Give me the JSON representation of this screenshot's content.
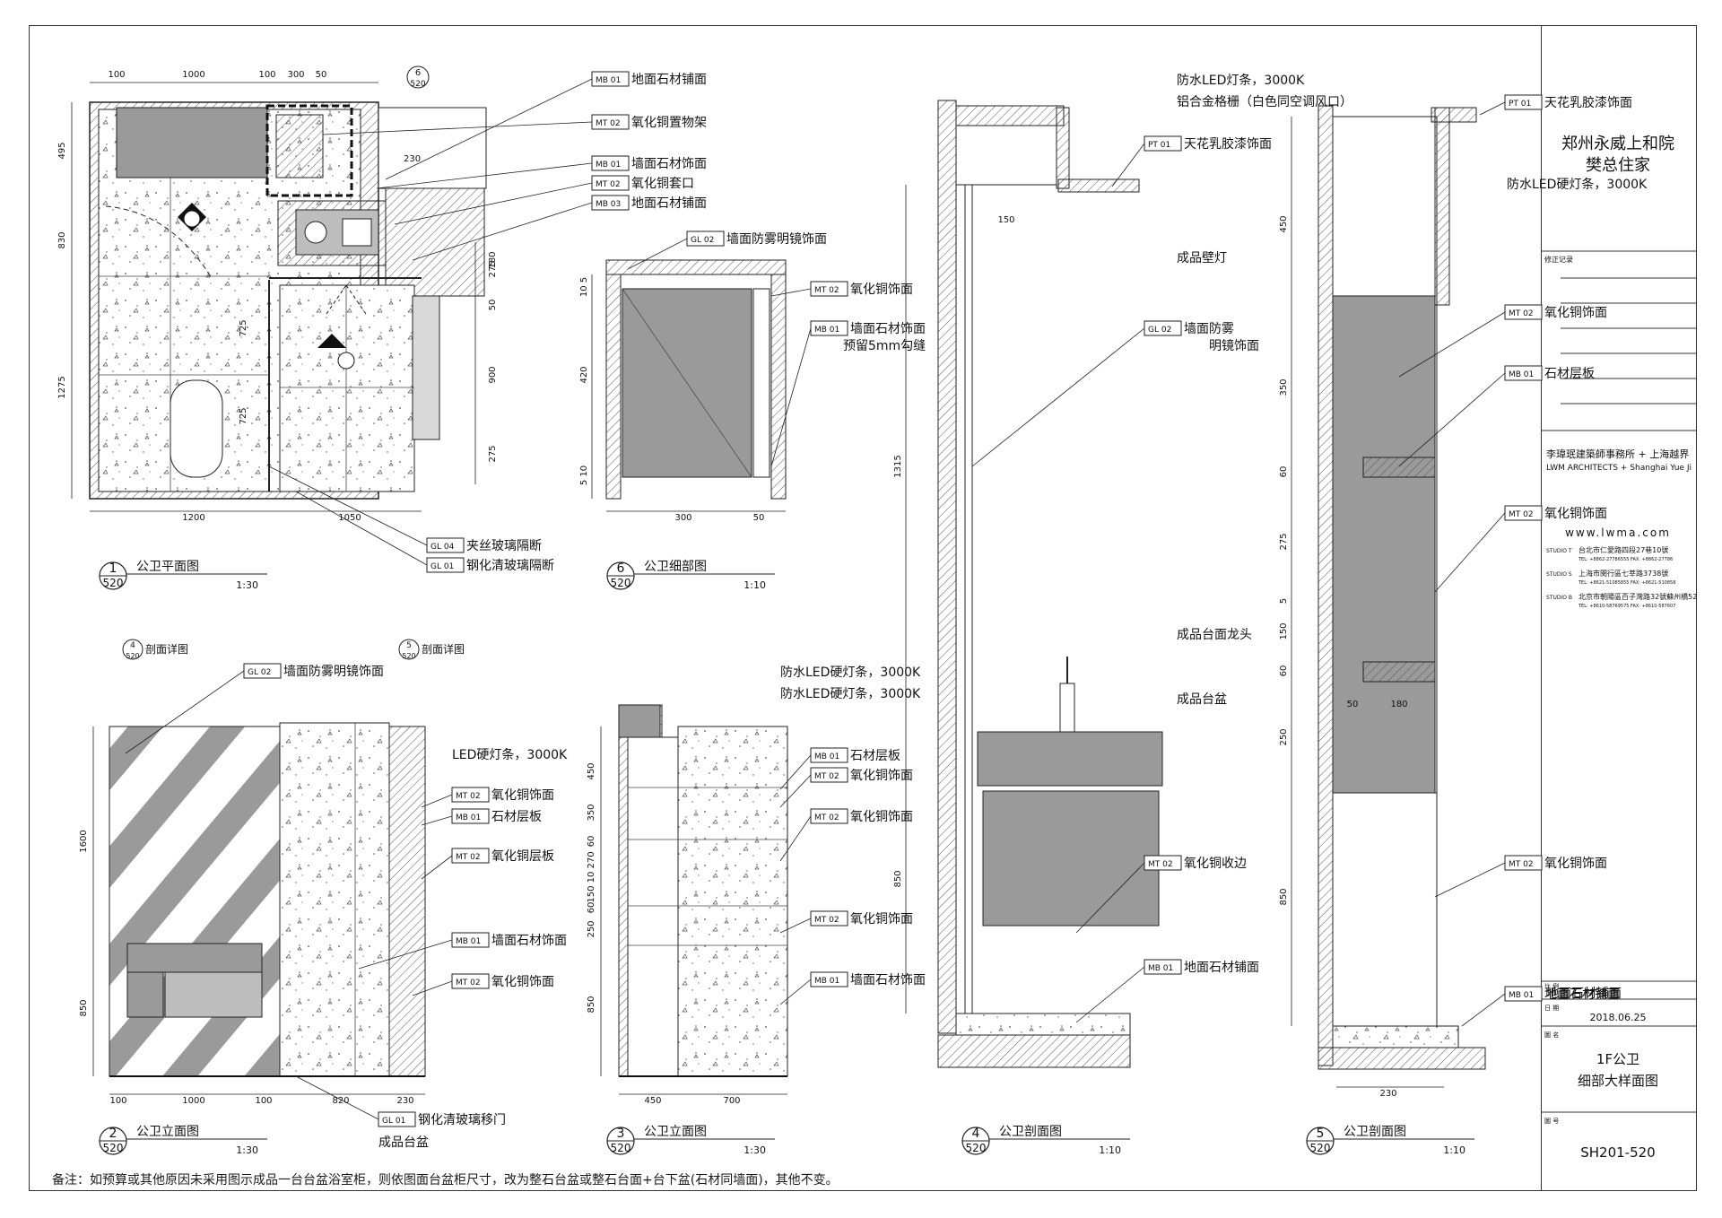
{
  "project": {
    "line1": "郑州永威上和院",
    "line2": "樊总住家"
  },
  "titleblock": {
    "revision_label": "修正记录",
    "firm_cn": "李瑋珉建築師事務所 + 上海越界",
    "firm_en": "LWM ARCHITECTS + Shanghai Yue Ji",
    "website": "www.lwma.com",
    "studios": [
      {
        "name": "STUDIO T",
        "addr": "台北市仁愛路四段27巷10號",
        "tel": "TEL: +8862-27786555  FAX: +8862-27786"
      },
      {
        "name": "STUDIO S",
        "addr": "上海市閔行區七莘路3738號",
        "tel": "TEL: +8621-51085855  FAX: +8621-510858"
      },
      {
        "name": "STUDIO B",
        "addr": "北京市朝陽區百子灣路32號蘇州橋52",
        "tel": "TEL: +8610-58769575  FAX: +8610-587607"
      }
    ],
    "scale_label": "比 例",
    "scale_value": "地面石材铺面",
    "date_label": "日 期",
    "date_value": "2018.06.25",
    "drawing_name_label": "圖 名",
    "drawing_name_1": "1F公卫",
    "drawing_name_2": "细部大样面图",
    "drawing_no_label": "圖 号",
    "drawing_no": "SH201-520"
  },
  "views": [
    {
      "num": "1",
      "sheet": "520",
      "title": "公卫平面图",
      "scale": "1:30"
    },
    {
      "num": "6",
      "sheet": "520",
      "title": "公卫细部图",
      "scale": "1:10"
    },
    {
      "num": "2",
      "sheet": "520",
      "title": "公卫立面图",
      "scale": "1:30"
    },
    {
      "num": "3",
      "sheet": "520",
      "title": "公卫立面图",
      "scale": "1:30"
    },
    {
      "num": "4",
      "sheet": "520",
      "title": "公卫剖面图",
      "scale": "1:10"
    },
    {
      "num": "5",
      "sheet": "520",
      "title": "公卫剖面图",
      "scale": "1:10"
    }
  ],
  "plan_tags": [
    {
      "code": "MB 01",
      "text": "地面石材铺面"
    },
    {
      "code": "MT 02",
      "text": "氧化铜置物架"
    },
    {
      "code": "MB 01",
      "text": "墙面石材饰面"
    },
    {
      "code": "MT 02",
      "text": "氧化铜套口"
    },
    {
      "code": "MB 03",
      "text": "地面石材铺面"
    },
    {
      "code": "GL 04",
      "text": "夹丝玻璃隔断"
    },
    {
      "code": "GL 01",
      "text": "钢化清玻璃隔断"
    }
  ],
  "plan_dims": {
    "top": [
      "100",
      "1000",
      "100",
      "300",
      "50"
    ],
    "left": [
      "495",
      "830",
      "1275"
    ],
    "right": [
      "180",
      "50",
      "275",
      "900",
      "275"
    ],
    "bottom": [
      "1200",
      "1050"
    ],
    "inner": [
      "725",
      "725"
    ],
    "top_right": "230",
    "tag6": "6"
  },
  "detail6": {
    "tags": [
      {
        "code": "GL 02",
        "text": "墙面防雾明镜饰面"
      },
      {
        "code": "MT 02",
        "text": "氧化铜饰面"
      },
      {
        "code": "MB 01",
        "text": "墙面石材饰面"
      }
    ],
    "note": "预留5mm勾缝",
    "dims_left": [
      "10 5",
      "420",
      "5 10"
    ],
    "dims_bottom": [
      "300",
      "50"
    ]
  },
  "elev2": {
    "callouts": [
      "剖面详图",
      "剖面详图"
    ],
    "callout_nums": [
      "4",
      "5"
    ],
    "top_tag": {
      "code": "GL 02",
      "text": "墙面防雾明镜饰面"
    },
    "led": "LED硬灯条，3000K",
    "tags": [
      {
        "code": "MT 02",
        "text": "氧化铜饰面"
      },
      {
        "code": "MB 01",
        "text": "石材层板"
      },
      {
        "code": "MT 02",
        "text": "氧化铜层板"
      },
      {
        "code": "MB 01",
        "text": "墙面石材饰面"
      },
      {
        "code": "MT 02",
        "text": "氧化铜饰面"
      }
    ],
    "bottom_tag": {
      "code": "GL 01",
      "text": "钢化清玻璃移门"
    },
    "basin": "成品台盆",
    "dims_left": [
      "1600",
      "850"
    ],
    "dims_bottom": [
      "100",
      "1000",
      "100",
      "820",
      "230"
    ]
  },
  "elev3": {
    "led_tags": [
      "防水LED硬灯条，3000K",
      "防水LED硬灯条，3000K"
    ],
    "tags": [
      {
        "code": "MB 01",
        "text": "石材层板"
      },
      {
        "code": "MT 02",
        "text": "氧化铜饰面"
      },
      {
        "code": "MT 02",
        "text": "氧化铜饰面"
      },
      {
        "code": "MT 02",
        "text": "氧化铜饰面"
      },
      {
        "code": "MB 01",
        "text": "墙面石材饰面"
      }
    ],
    "dims_left": [
      "450",
      "350",
      "60",
      "150 10 270",
      "60",
      "250",
      "850"
    ],
    "dims_bottom": [
      "450",
      "700"
    ]
  },
  "sec4": {
    "top": [
      "防水LED灯条，3000K",
      "铝合金格栅（白色同空调风口）"
    ],
    "pt_tag": {
      "code": "PT 01",
      "text": "天花乳胶漆饰面"
    },
    "lamp": "成品壁灯",
    "mirror_tag": {
      "code": "GL 02",
      "text": "墙面防雾"
    },
    "mirror_2": "明镜饰面",
    "faucet": "成品台面龙头",
    "basin": "成品台盆",
    "edge_tag": {
      "code": "MT 02",
      "text": "氧化铜收边"
    },
    "floor_tag": {
      "code": "MB 01",
      "text": "地面石材铺面"
    },
    "dims": [
      "150",
      "1315",
      "850"
    ]
  },
  "sec5": {
    "pt_tag": {
      "code": "PT 01",
      "text": "天花乳胶漆饰面"
    },
    "led": "防水LED硬灯条，3000K",
    "tags": [
      {
        "code": "MT 02",
        "text": "氧化铜饰面"
      },
      {
        "code": "MB 01",
        "text": "石材层板"
      },
      {
        "code": "MT 02",
        "text": "氧化铜饰面"
      },
      {
        "code": "MT 02",
        "text": "氧化铜饰面"
      },
      {
        "code": "MB 01",
        "text": "地面石材铺面"
      }
    ],
    "dims_left": [
      "450",
      "350",
      "60",
      "275",
      "5",
      "150",
      "60",
      "250",
      "850"
    ],
    "dims_inner": [
      "50",
      "180"
    ],
    "dim_bottom": "230"
  },
  "remark": "备注：如预算或其他原因未采用图示成品一台台盆浴室柜，则依图面台盆柜尺寸，改为整石台盆或整石台面+台下盆(石材同墙面)，其他不变。"
}
